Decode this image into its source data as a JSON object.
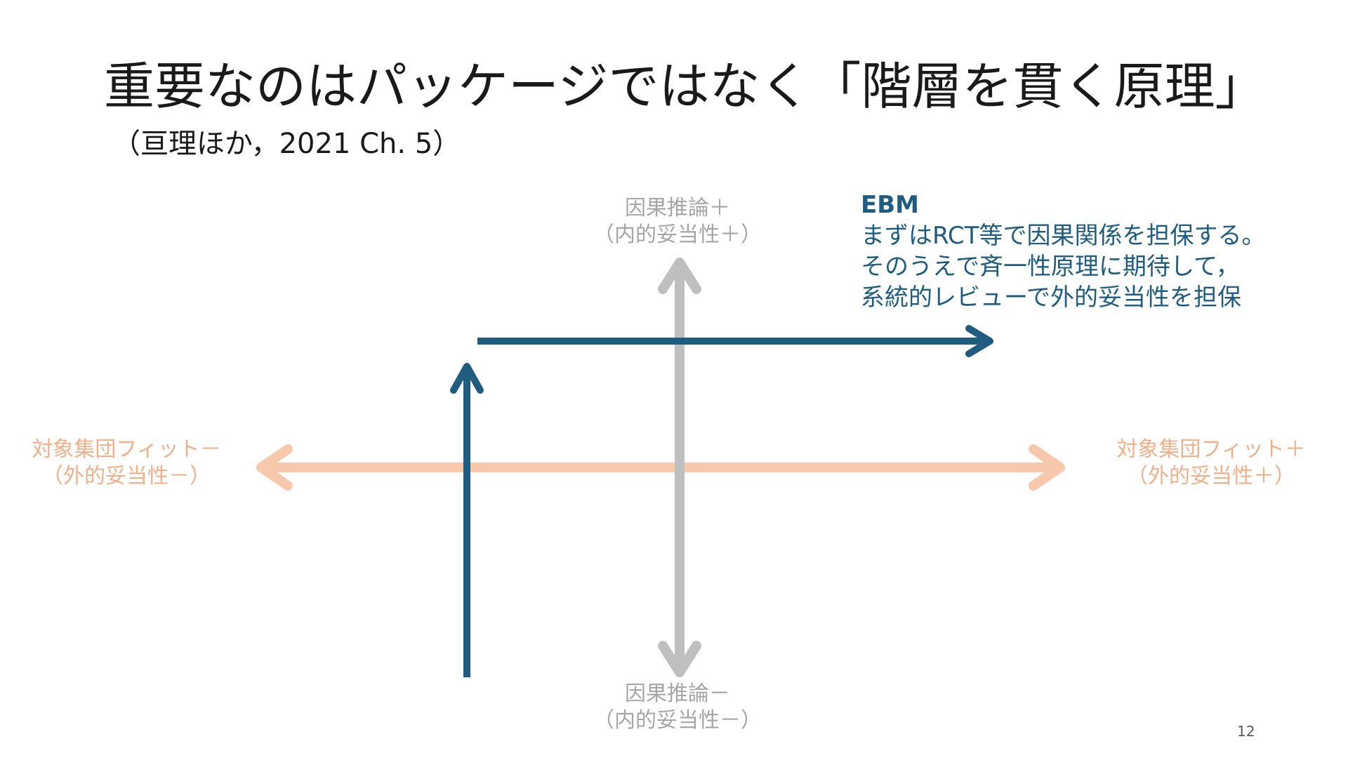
{
  "title": "重要なのはパッケージではなく「階層を貫く原理」",
  "subtitle": "（亘理ほか，2021 Ch. 5）",
  "axes": {
    "causal_plus": {
      "line1": "因果推論＋",
      "line2": "（内的妥当性＋）"
    },
    "causal_minus": {
      "line1": "因果推論－",
      "line2": "（内的妥当性－）"
    },
    "fit_minus": {
      "line1": "対象集団フィット－",
      "line2": "（外的妥当性－）"
    },
    "fit_plus": {
      "line1": "対象集団フィット＋",
      "line2": "（外的妥当性＋）"
    }
  },
  "ebm": {
    "title": "EBM",
    "lines": [
      "まずはRCT等で因果関係を担保する。",
      "そのうえで斉一性原理に期待して，",
      "系統的レビューで外的妥当性を担保"
    ]
  },
  "colors": {
    "vertical_axis": "#bfbfbf",
    "horizontal_axis": "#f8c8ad",
    "ebm_path": "#1f5c7f",
    "axis_label_gray": "#a6a6a6",
    "axis_label_peach": "#f0b08c"
  },
  "page_number": "12"
}
